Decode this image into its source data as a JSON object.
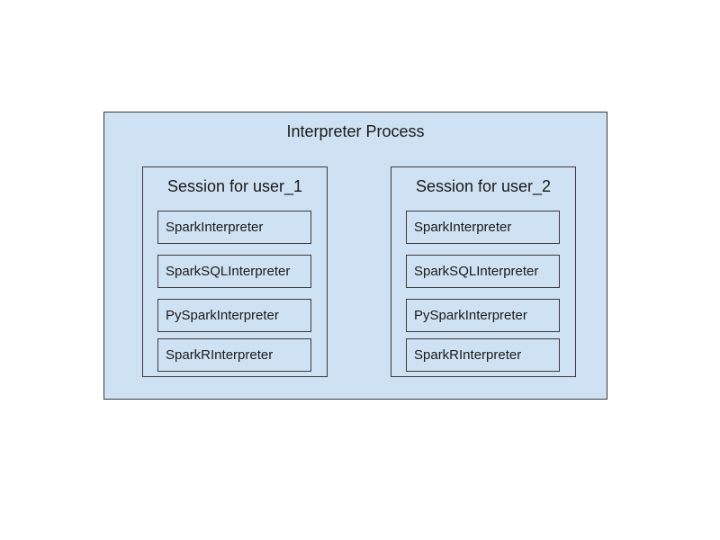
{
  "process": {
    "title": "Interpreter Process"
  },
  "sessions": [
    {
      "title": "Session for user_1",
      "interpreters": [
        "SparkInterpreter",
        "SparkSQLInterpreter",
        "PySparkInterpreter",
        "SparkRInterpreter"
      ]
    },
    {
      "title": "Session for user_2",
      "interpreters": [
        "SparkInterpreter",
        "SparkSQLInterpreter",
        "PySparkInterpreter",
        "SparkRInterpreter"
      ]
    }
  ],
  "colors": {
    "box_fill": "#cfe2f3",
    "border": "#3a3a3a",
    "text": "#1a1a1a"
  }
}
